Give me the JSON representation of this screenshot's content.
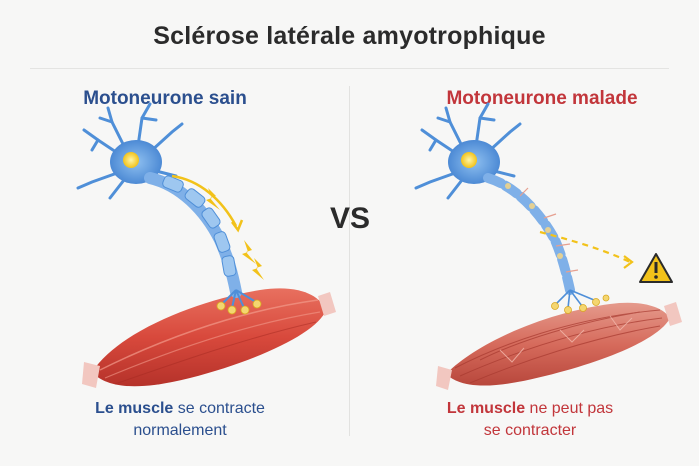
{
  "title": "Sclérose latérale amyotrophique",
  "vs_label": "VS",
  "healthy": {
    "title": "Motoneurone sain",
    "caption_bold": "Le muscle",
    "caption_rest_1": " se contracte",
    "caption_rest_2": "normalement"
  },
  "diseased": {
    "title": "Motoneurone malade",
    "caption_bold": "Le muscle",
    "caption_rest_1": " ne peut pas",
    "caption_rest_2": "se contracter"
  },
  "colors": {
    "healthy_accent": "#2b4f8e",
    "diseased_accent": "#c2363b",
    "neuron_blue": "#4f8fd8",
    "muscle_red": "#d8493c",
    "signal_yellow": "#f2c21a"
  },
  "icons": {
    "warning": "warning-icon",
    "lightning": "lightning-icon"
  }
}
